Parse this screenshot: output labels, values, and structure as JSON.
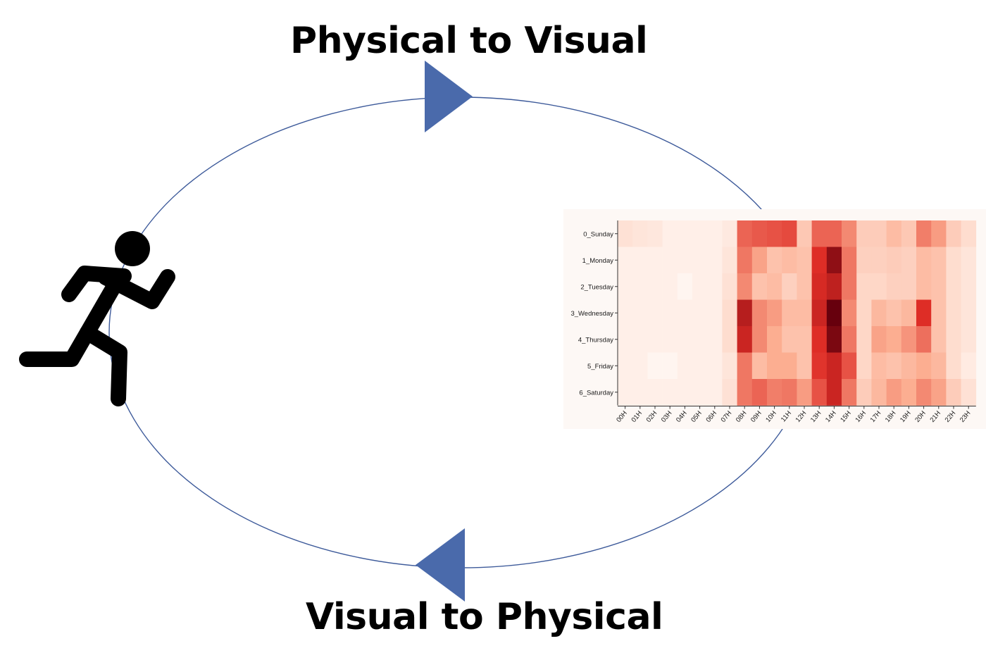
{
  "diagram": {
    "top_label": "Physical to Visual",
    "bottom_label": "Visual to Physical",
    "arrow_color": "#4a6aab",
    "ellipse_color": "#3d5a9a",
    "person_icon": "running-person-icon"
  },
  "chart_data": {
    "type": "heatmap",
    "title": "",
    "xlabel": "",
    "ylabel": "",
    "x_categories": [
      "00H",
      "01H",
      "02H",
      "03H",
      "04H",
      "05H",
      "06H",
      "07H",
      "08H",
      "09H",
      "10H",
      "11H",
      "12H",
      "13H",
      "14H",
      "15H",
      "16H",
      "17H",
      "18H",
      "19H",
      "20H",
      "21H",
      "22H",
      "23H"
    ],
    "y_categories": [
      "0_Sunday",
      "1_Monday",
      "2_Tuesday",
      "3_Wednesday",
      "4_Thursday",
      "5_Friday",
      "6_Saturday"
    ],
    "values": [
      [
        0.1,
        0.08,
        0.07,
        0.03,
        0.03,
        0.03,
        0.03,
        0.06,
        0.55,
        0.58,
        0.6,
        0.62,
        0.22,
        0.55,
        0.55,
        0.45,
        0.2,
        0.2,
        0.28,
        0.22,
        0.48,
        0.4,
        0.2,
        0.12
      ],
      [
        0.03,
        0.03,
        0.03,
        0.03,
        0.03,
        0.03,
        0.03,
        0.08,
        0.5,
        0.38,
        0.25,
        0.28,
        0.25,
        0.7,
        0.9,
        0.5,
        0.18,
        0.18,
        0.2,
        0.18,
        0.28,
        0.25,
        0.12,
        0.08
      ],
      [
        0.03,
        0.03,
        0.03,
        0.03,
        0.0,
        0.03,
        0.03,
        0.1,
        0.45,
        0.25,
        0.28,
        0.18,
        0.25,
        0.72,
        0.78,
        0.5,
        0.15,
        0.15,
        0.18,
        0.18,
        0.28,
        0.25,
        0.12,
        0.08
      ],
      [
        0.03,
        0.03,
        0.03,
        0.03,
        0.03,
        0.03,
        0.03,
        0.12,
        0.8,
        0.45,
        0.4,
        0.28,
        0.28,
        0.75,
        1.0,
        0.45,
        0.15,
        0.3,
        0.25,
        0.3,
        0.7,
        0.25,
        0.12,
        0.08
      ],
      [
        0.03,
        0.03,
        0.03,
        0.03,
        0.03,
        0.03,
        0.03,
        0.12,
        0.75,
        0.45,
        0.35,
        0.25,
        0.25,
        0.7,
        0.95,
        0.5,
        0.15,
        0.38,
        0.35,
        0.42,
        0.52,
        0.25,
        0.12,
        0.08
      ],
      [
        0.03,
        0.03,
        0.0,
        0.0,
        0.03,
        0.03,
        0.03,
        0.08,
        0.5,
        0.28,
        0.35,
        0.35,
        0.25,
        0.68,
        0.75,
        0.6,
        0.15,
        0.28,
        0.25,
        0.3,
        0.35,
        0.3,
        0.12,
        0.05
      ],
      [
        0.03,
        0.03,
        0.03,
        0.03,
        0.03,
        0.03,
        0.03,
        0.1,
        0.5,
        0.55,
        0.48,
        0.5,
        0.4,
        0.6,
        0.75,
        0.5,
        0.2,
        0.3,
        0.4,
        0.35,
        0.45,
        0.38,
        0.2,
        0.1
      ]
    ],
    "color_low": "#fff5f0",
    "color_high": "#67000d",
    "grid": false,
    "legend": "none"
  }
}
